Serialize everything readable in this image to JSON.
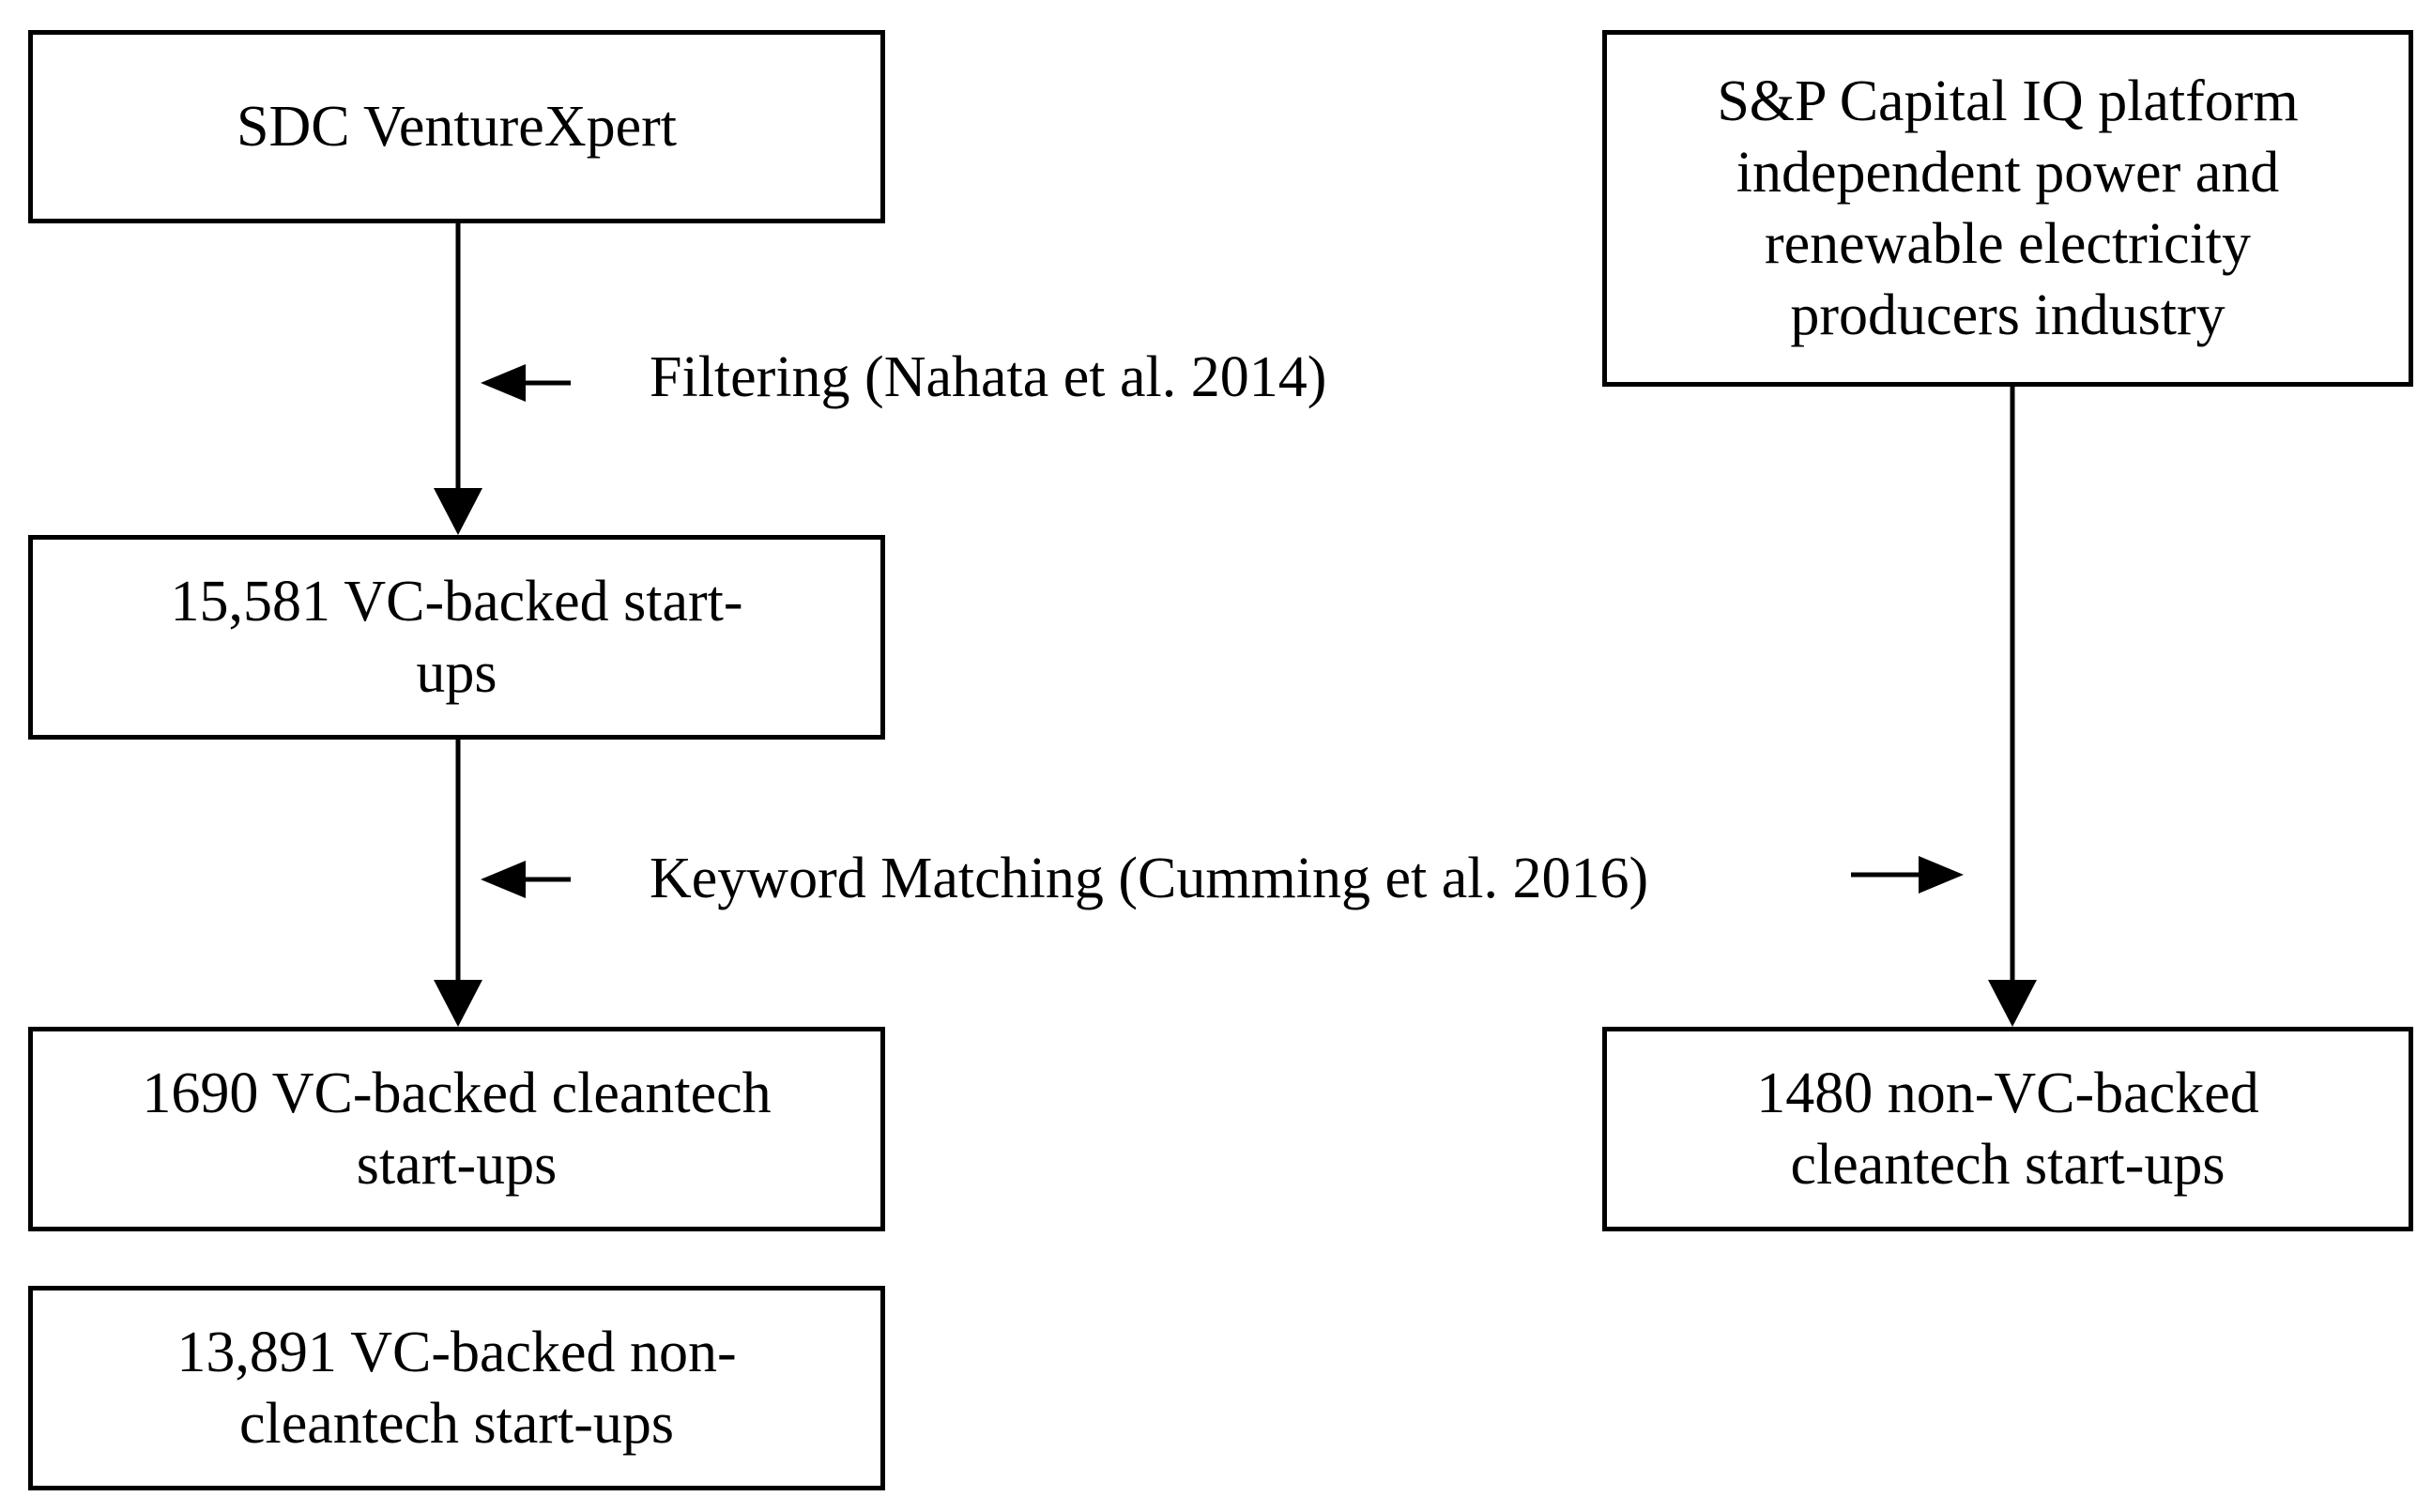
{
  "diagram": {
    "boxes": {
      "sdc": "SDC VentureXpert",
      "sp_capital_iq": "S&P Capital IQ platform\nindependent power and\nrenewable electricity\nproducers industry",
      "vc_startups": "15,581 VC-backed start-\nups",
      "vc_cleantech": "1690 VC-backed cleantech\nstart-ups",
      "non_vc_cleantech": "1480 non-VC-backed\ncleantech start-ups",
      "vc_non_cleantech": "13,891 VC-backed non-\ncleantech start-ups"
    },
    "steps": {
      "filtering": "Filtering (Nahata et al. 2014)",
      "keyword_matching": "Keyword Matching (Cumming et al. 2016)"
    }
  }
}
